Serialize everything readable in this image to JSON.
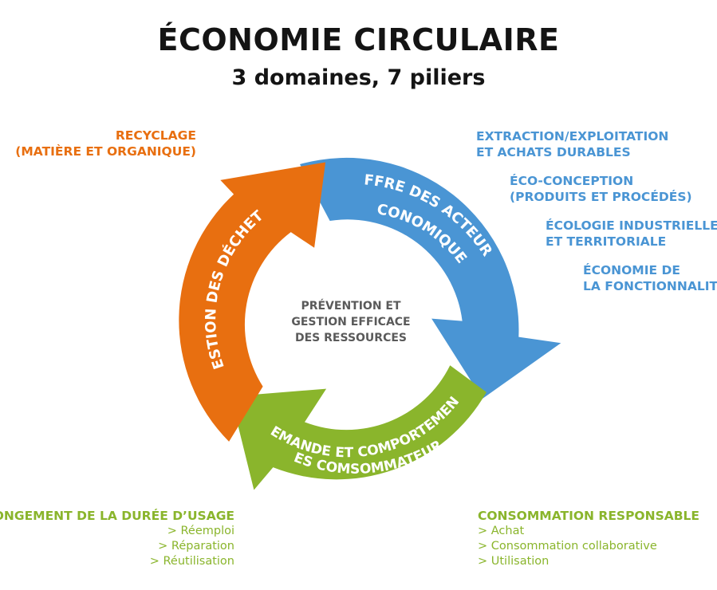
{
  "title": "ÉCONOMIE CIRCULAIRE",
  "subtitle": "3 domaines, 7 piliers",
  "colors": {
    "orange": "#e86f10",
    "blue": "#4a95d4",
    "green": "#8ab52c",
    "center_text": "#5a5a5a"
  },
  "center": {
    "lines": [
      "PRÉVENTION ET",
      "GESTION EFFICACE",
      "DES RESSOURCES"
    ]
  },
  "arrows": {
    "orange": "GESTION DES DÉCHETS",
    "blue_line1": "OFFRE DES ACTEURS",
    "blue_line2": "ÉCONOMIQUES",
    "green_line1": "DEMANDE ET COMPORTEMENT",
    "green_line2": "DES COMSOMMATEURS"
  },
  "recyclage": {
    "line1": "RECYCLAGE",
    "line2": "(MATIÈRE ET ORGANIQUE)"
  },
  "blue_labels": [
    {
      "line1": "EXTRACTION/EXPLOITATION",
      "line2": "ET ACHATS DURABLES"
    },
    {
      "line1": "ÉCO-CONCEPTION",
      "line2": "(PRODUITS ET PROCÉDÉS)"
    },
    {
      "line1": "ÉCOLOGIE INDUSTRIELLE",
      "line2": "ET TERRITORIALE"
    },
    {
      "line1": "ÉCONOMIE DE",
      "line2": "LA FONCTIONNALITÉ"
    }
  ],
  "allongement": {
    "title": "ALLONGEMENT DE LA DURÉE D’USAGE",
    "items": [
      "> Réemploi",
      "> Réparation",
      "> Réutilisation"
    ]
  },
  "consommation": {
    "title": "CONSOMMATION RESPONSABLE",
    "items": [
      "> Achat",
      "> Consommation collaborative",
      "> Utilisation"
    ]
  }
}
